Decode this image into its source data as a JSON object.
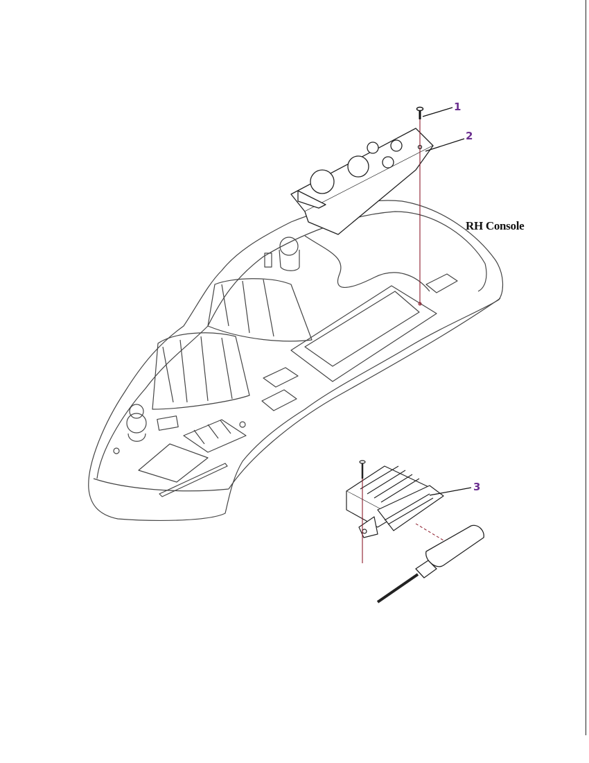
{
  "diagram": {
    "title": "RH Console",
    "callouts": [
      {
        "number": "1",
        "part": "screw"
      },
      {
        "number": "2",
        "part": "control-panel"
      },
      {
        "number": "3",
        "part": "connector-module"
      }
    ],
    "colors": {
      "callout": "#6b2f8f",
      "guide_line": "#8b1a2a",
      "line": "#333333"
    }
  }
}
